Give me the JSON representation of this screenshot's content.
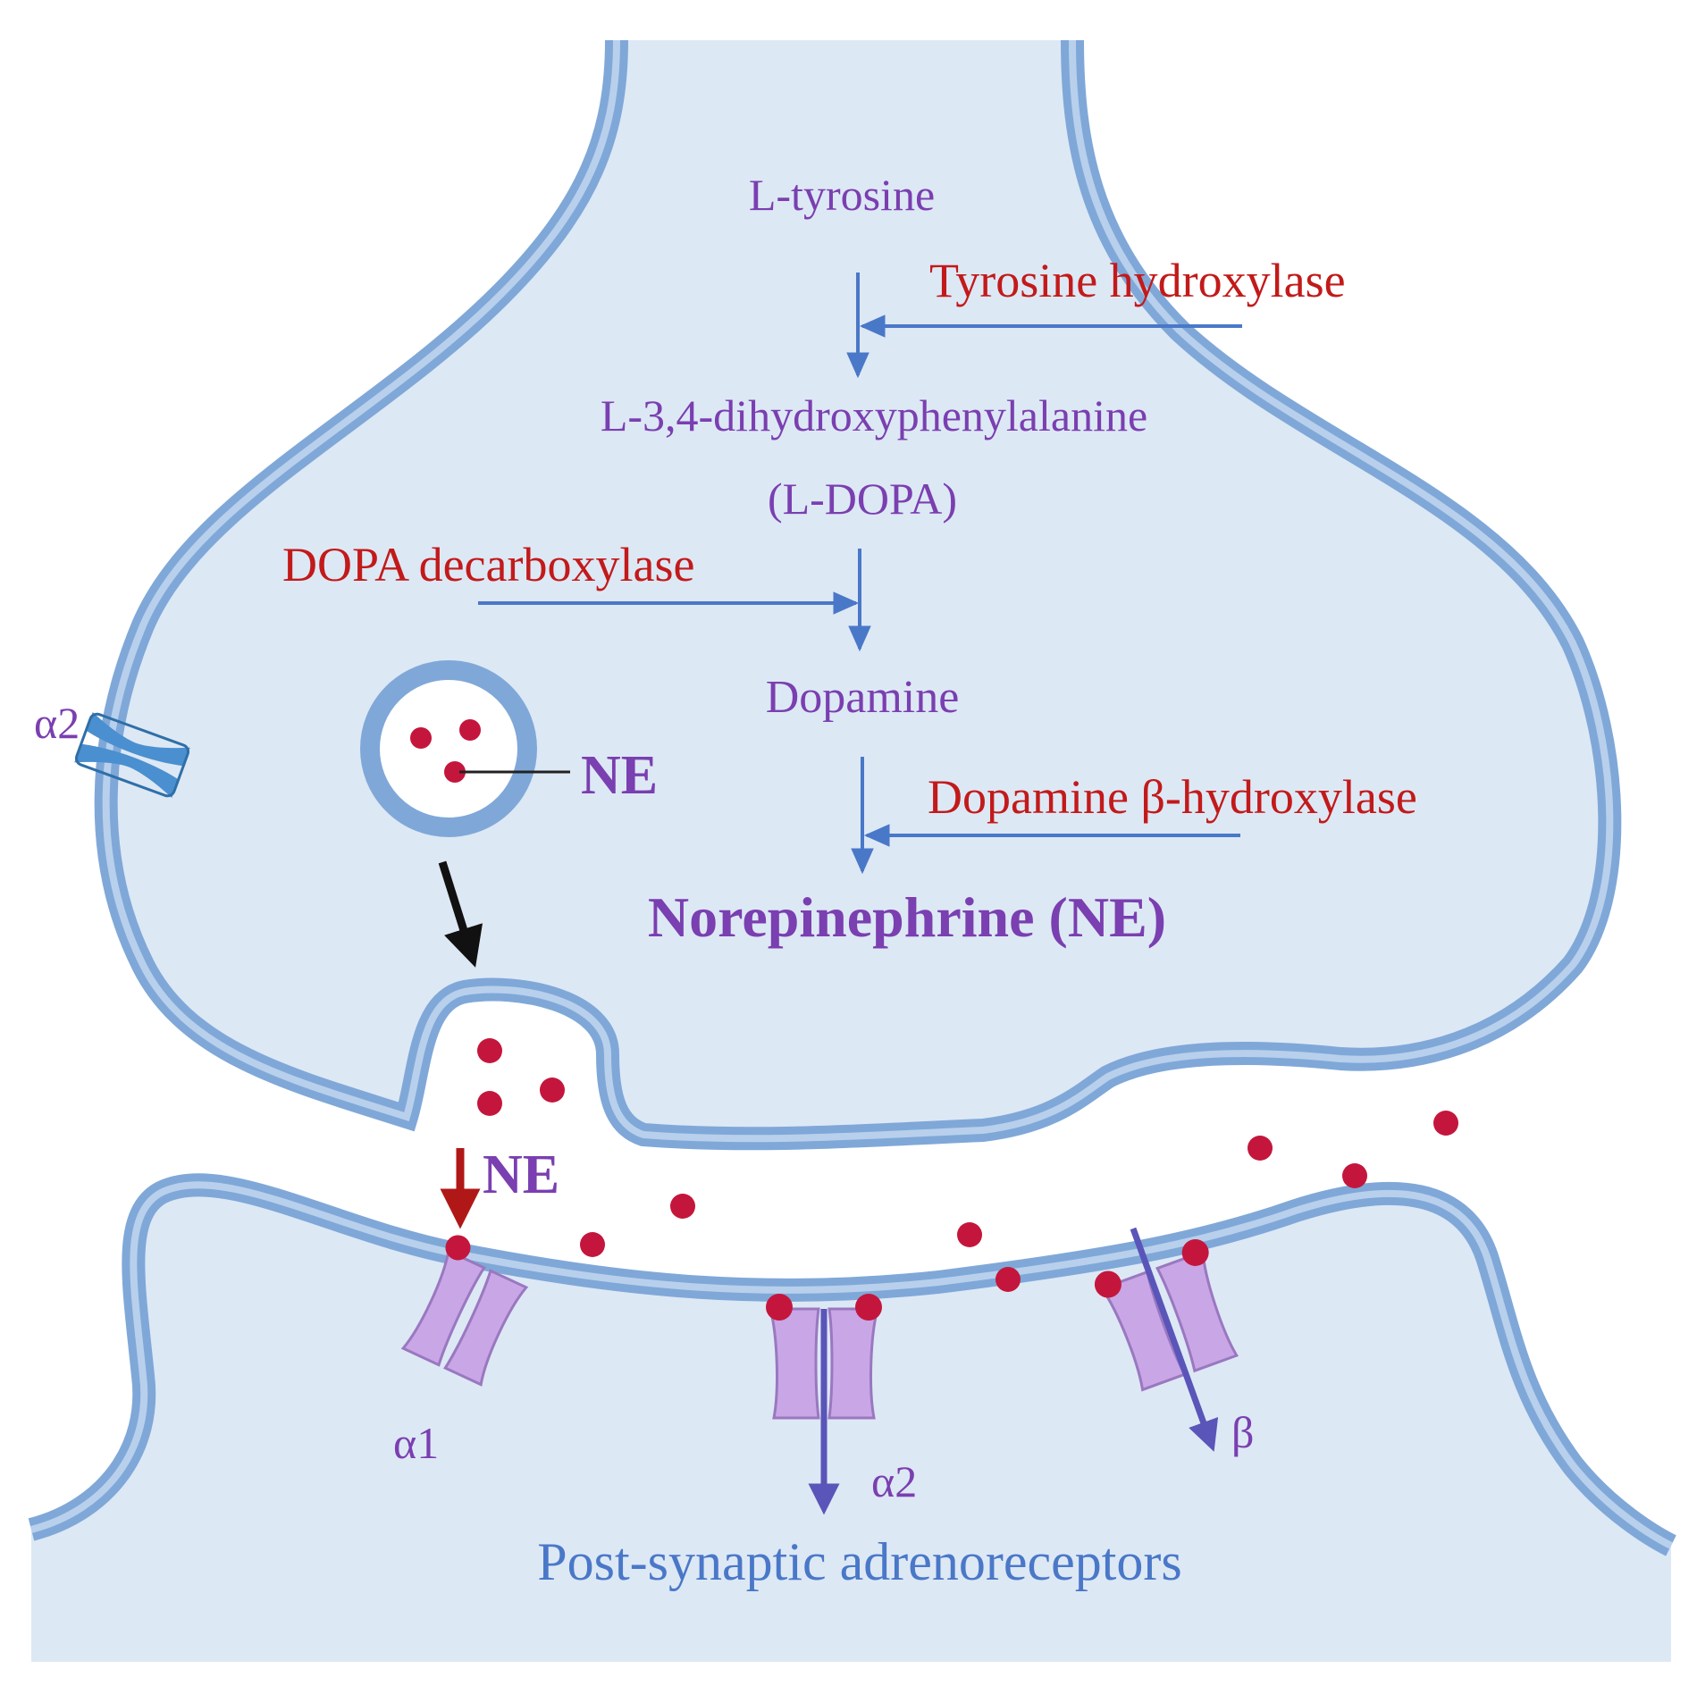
{
  "pathway": {
    "step1": "L-tyrosine",
    "enzyme1": "Tyrosine hydroxylase",
    "step2": "L-3,4-dihydroxyphenylalanine",
    "step2_abbr": "(L-DOPA)",
    "enzyme2": "DOPA decarboxylase",
    "step3": "Dopamine",
    "enzyme3": "Dopamine β-hydroxylase",
    "product": "Norepinephrine (NE)"
  },
  "labels": {
    "vesicle_ne": "NE",
    "released_ne": "NE",
    "presynaptic_receptor": "α2",
    "receptor_alpha1": "α1",
    "receptor_alpha2": "α2",
    "receptor_beta": "β",
    "postsynaptic_title": "Post-synaptic adrenoreceptors"
  },
  "colors": {
    "membrane": "#7fa8d8",
    "membrane_inner": "#a9c6e8",
    "cytoplasm": "#dde8f5",
    "metabolite_text": "#7a3fb0",
    "enzyme_text": "#c21a1a",
    "arrow_blue": "#4a78c8",
    "ne_molecule": "#c4163c",
    "receptor": "#c9a6e6",
    "presynaptic_receptor": "#4a90d0"
  }
}
